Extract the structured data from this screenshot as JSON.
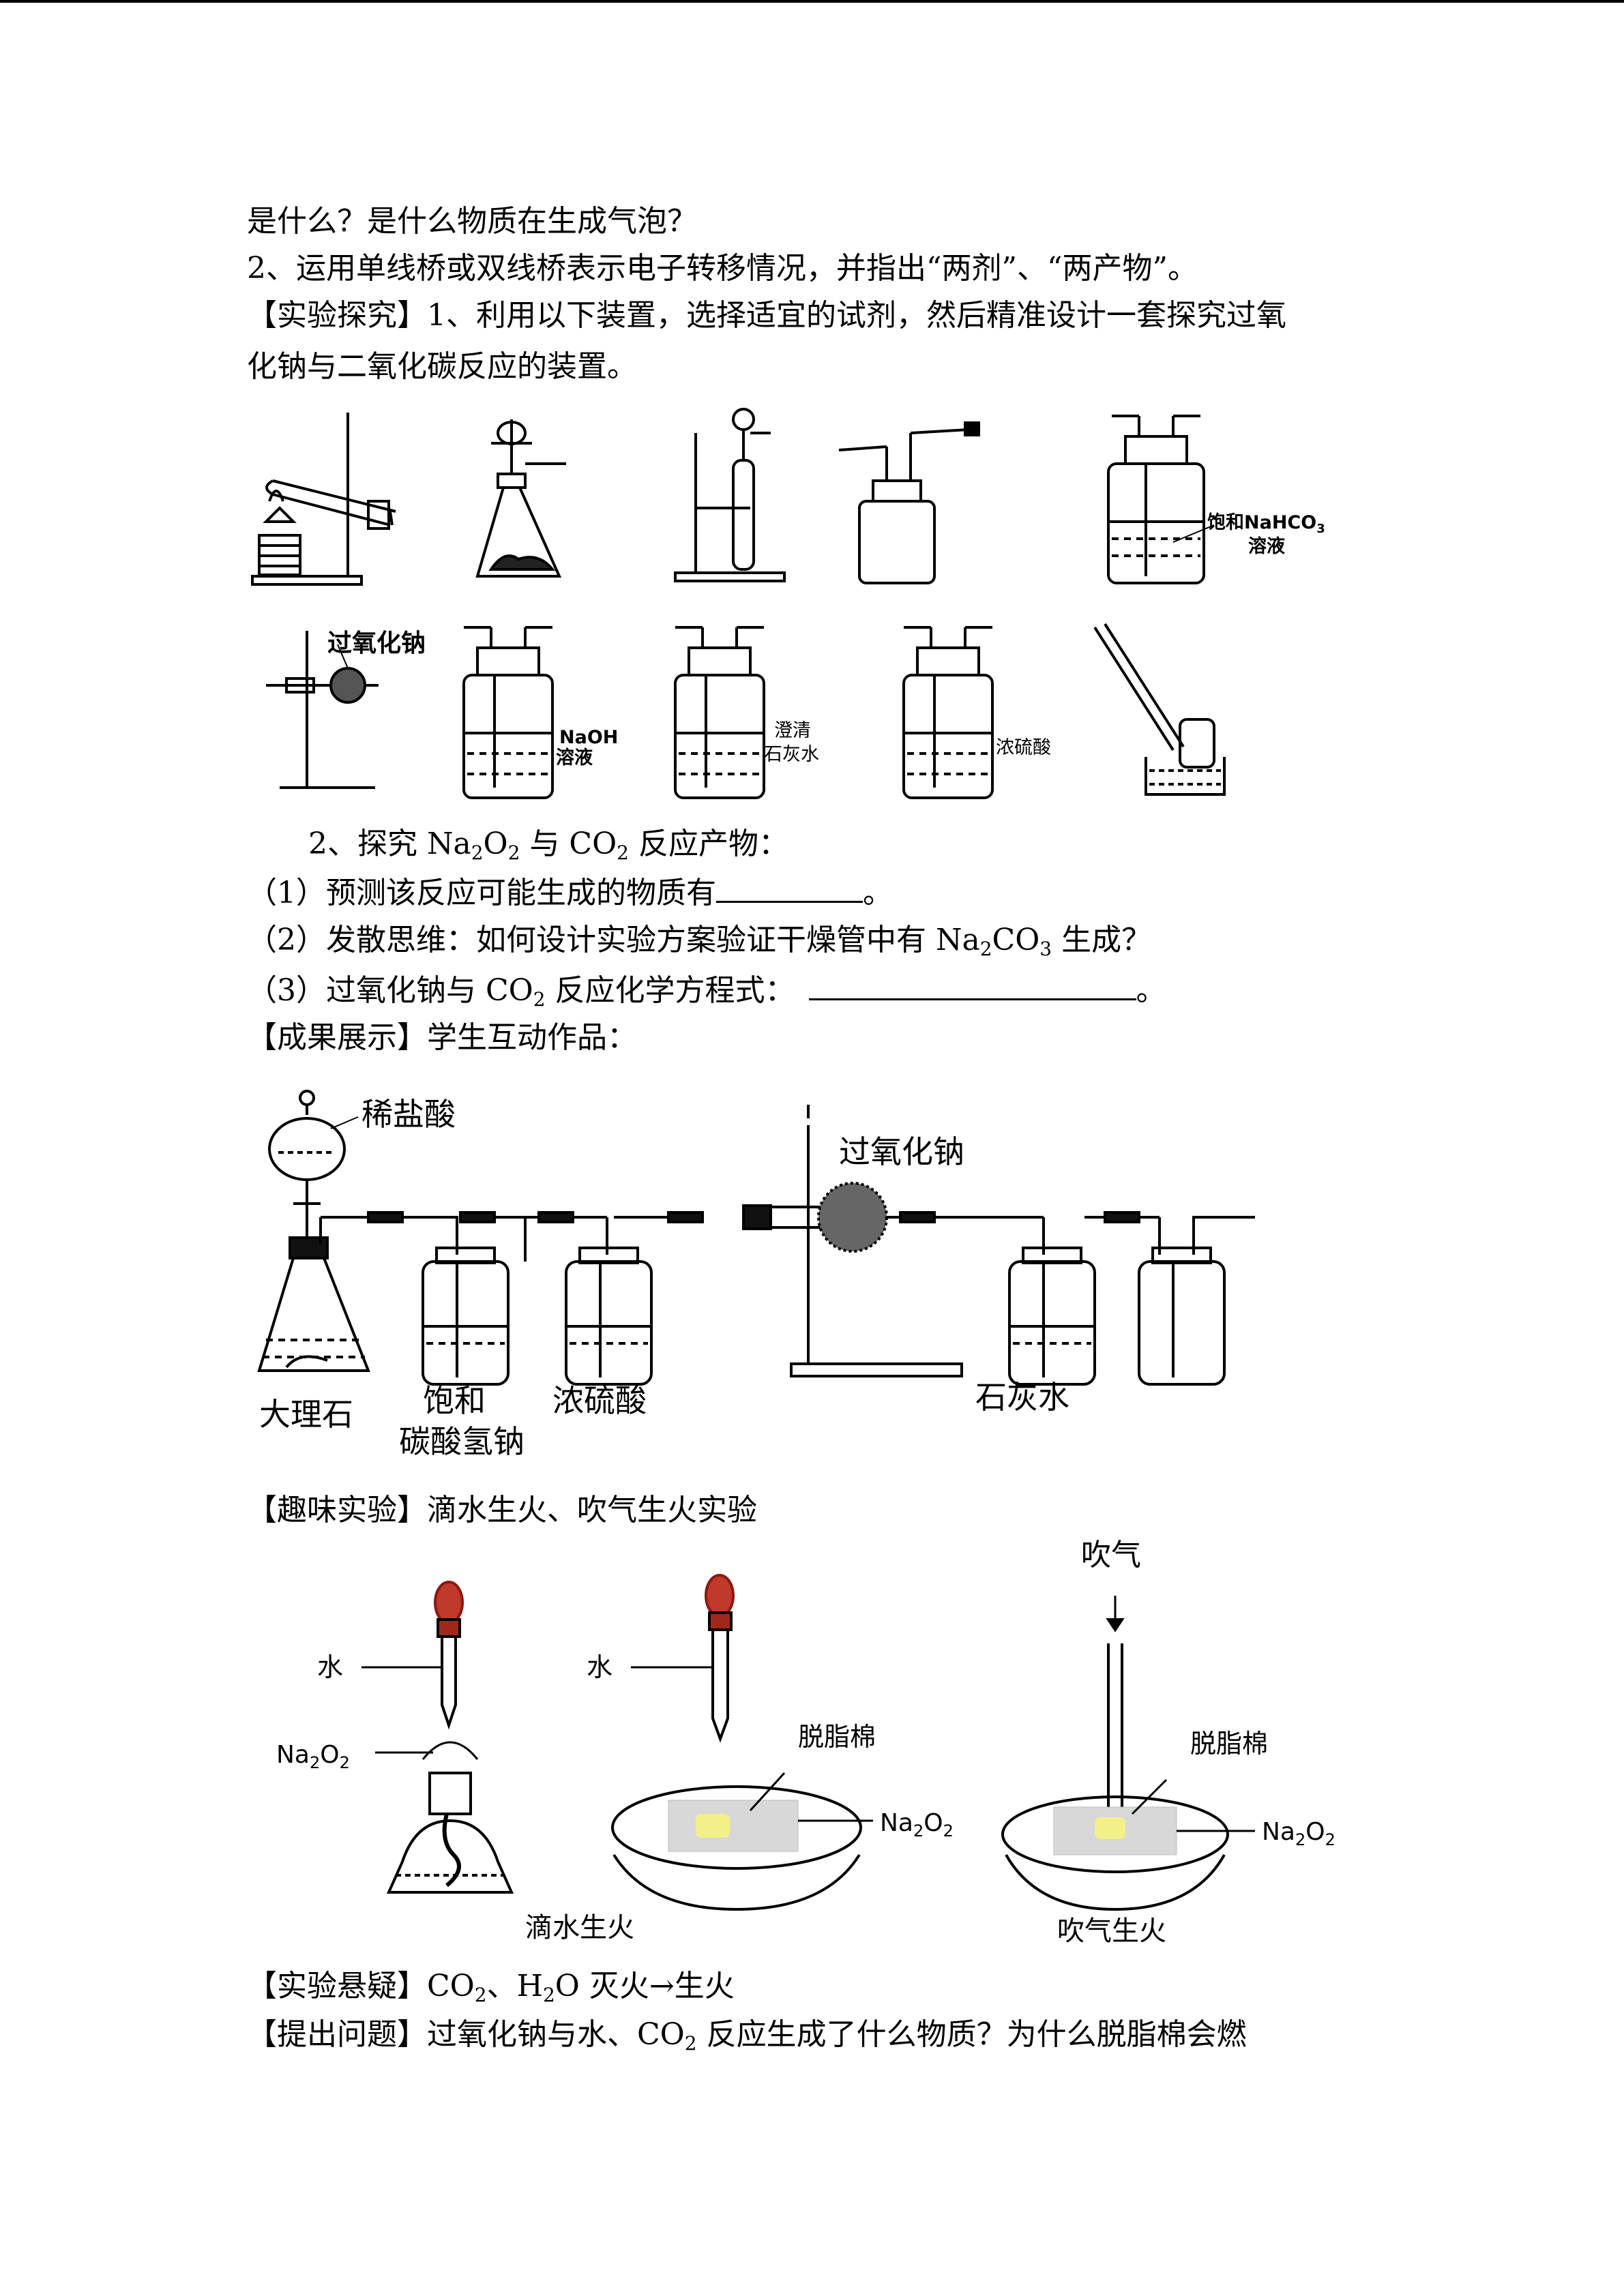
{
  "text": {
    "line1": "是什么？是什么物质在生成气泡？",
    "line2": "2、运用单线桥或双线桥表示电子转移情况，并指出“两剂”、“两产物”。",
    "line3": "【实验探究】1、利用以下装置，选择适宜的试剂，然后精准设计一套探究过氧",
    "line4": "化钠与二氧化碳反应的装置。",
    "line5_a": "2、探究 Na",
    "line5_b": "2",
    "line5_c": "O",
    "line5_d": "2",
    "line5_e": " 与 CO",
    "line5_f": "2",
    "line5_g": " 反应产物：",
    "line6_a": "（1）预测该反应可能生成的物质有",
    "line6_b": "。",
    "line7_a": "（2）发散思维：如何设计实验方案验证干燥管中有 Na",
    "line7_b": "2",
    "line7_c": "CO",
    "line7_d": "3",
    "line7_e": " 生成？",
    "line8_a": "（3）过氧化钠与 CO",
    "line8_b": "2",
    "line8_c": " 反应化学方程式：",
    "line8_d": "。",
    "line9": "【成果展示】学生互动作品：",
    "line10": "【趣味实验】滴水生火、吹气生火实验",
    "line11_a": "【实验悬疑】CO",
    "line11_b": "2",
    "line11_c": "、H",
    "line11_d": "2",
    "line11_e": "O 灭火→生火",
    "line12_a": "【提出问题】过氧化钠与水、CO",
    "line12_b": "2",
    "line12_c": " 反应生成了什么物质？为什么脱脂棉会燃"
  },
  "apparatus": {
    "nahco3_1": "饱和NaHCO",
    "nahco3_2": "3",
    "nahco3_3": "溶液",
    "na2o2": "过氧化钠",
    "naoh_1": "NaOH",
    "naoh_2": "溶液",
    "lime_1": "澄清",
    "lime_2": "石灰水",
    "h2so4": "浓硫酸"
  },
  "assembly": {
    "hcl": "稀盐酸",
    "na2o2": "过氧化钠",
    "marble": "大理石",
    "nahco3_1": "饱和",
    "nahco3_2": "碳酸氢钠",
    "h2so4": "浓硫酸",
    "lime": "石灰水"
  },
  "fun": {
    "water1": "水",
    "na2o2_a": "Na",
    "na2o2_b": "2",
    "na2o2_c": "O",
    "na2o2_d": "2",
    "water2": "水",
    "cotton1": "脱脂棉",
    "blow": "吹气",
    "cotton2": "脱脂棉",
    "caption1": "滴水生火",
    "caption2": "吹气生火"
  },
  "colors": {
    "bulb": "#c0392b",
    "cotton": "#f3f08a"
  }
}
